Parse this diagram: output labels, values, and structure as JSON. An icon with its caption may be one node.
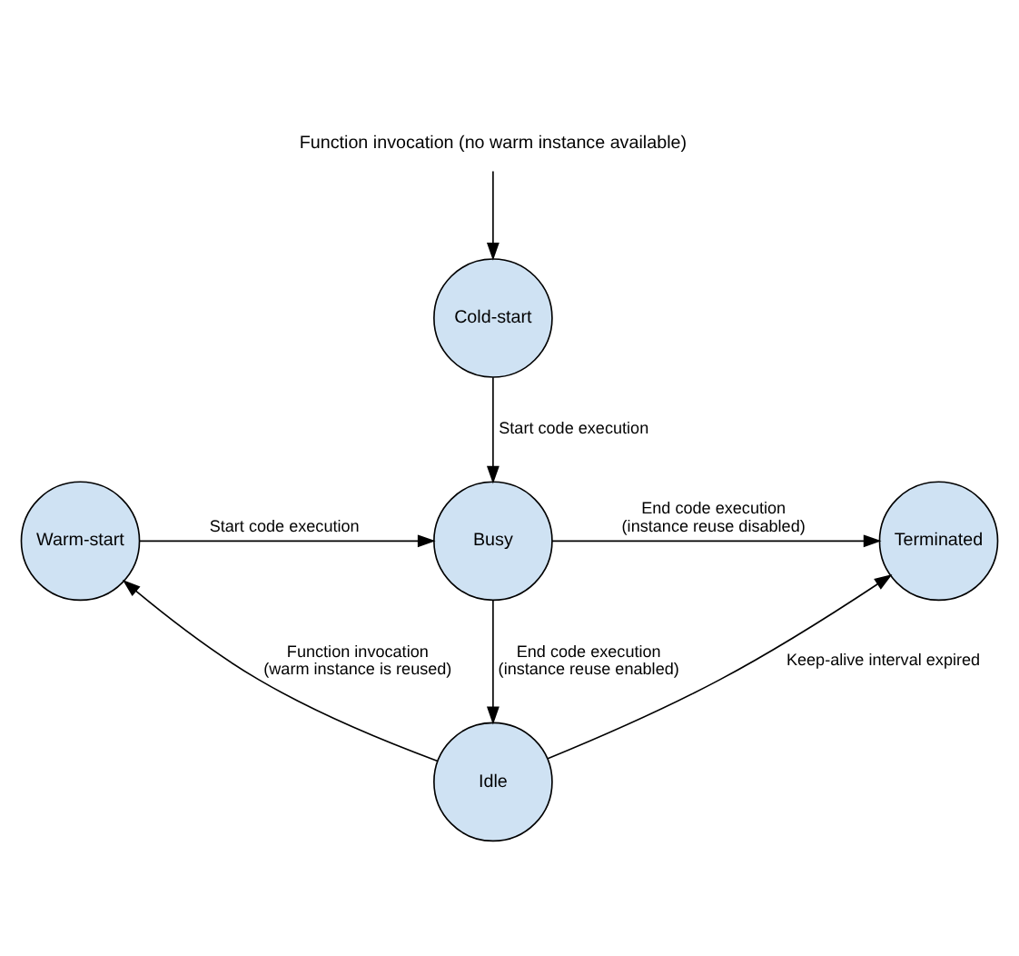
{
  "diagram": {
    "nodes": [
      {
        "text": [
          "Function invocation (no warm instance available)"
        ]
      },
      {
        "text": [
          "Cold-start"
        ]
      },
      {
        "text": [
          "Warm-start"
        ]
      },
      {
        "text": [
          "Busy"
        ]
      },
      {
        "text": [
          "Terminated"
        ]
      },
      {
        "text": [
          "Idle"
        ]
      }
    ],
    "edges": [
      {
        "from": 0,
        "to": 1,
        "arrow": "to"
      },
      {
        "from": 1,
        "to": 3,
        "arrow": "to",
        "label": "Start code execution"
      },
      {
        "from": 2,
        "to": 3,
        "arrow": "to",
        "label": "Start code execution"
      },
      {
        "from": 3,
        "to": 4,
        "arrow": "to",
        "label": "End code execution (instance reuse disabled)"
      },
      {
        "from": 3,
        "to": 5,
        "arrow": "to",
        "label": "End code execution (instance reuse enabled)"
      },
      {
        "from": 5,
        "to": 2,
        "arrow": "to",
        "label": "Function invocation (warm instance is reused)"
      },
      {
        "from": 5,
        "to": 4,
        "arrow": "to",
        "label": "Keep-alive interval expired"
      }
    ]
  }
}
